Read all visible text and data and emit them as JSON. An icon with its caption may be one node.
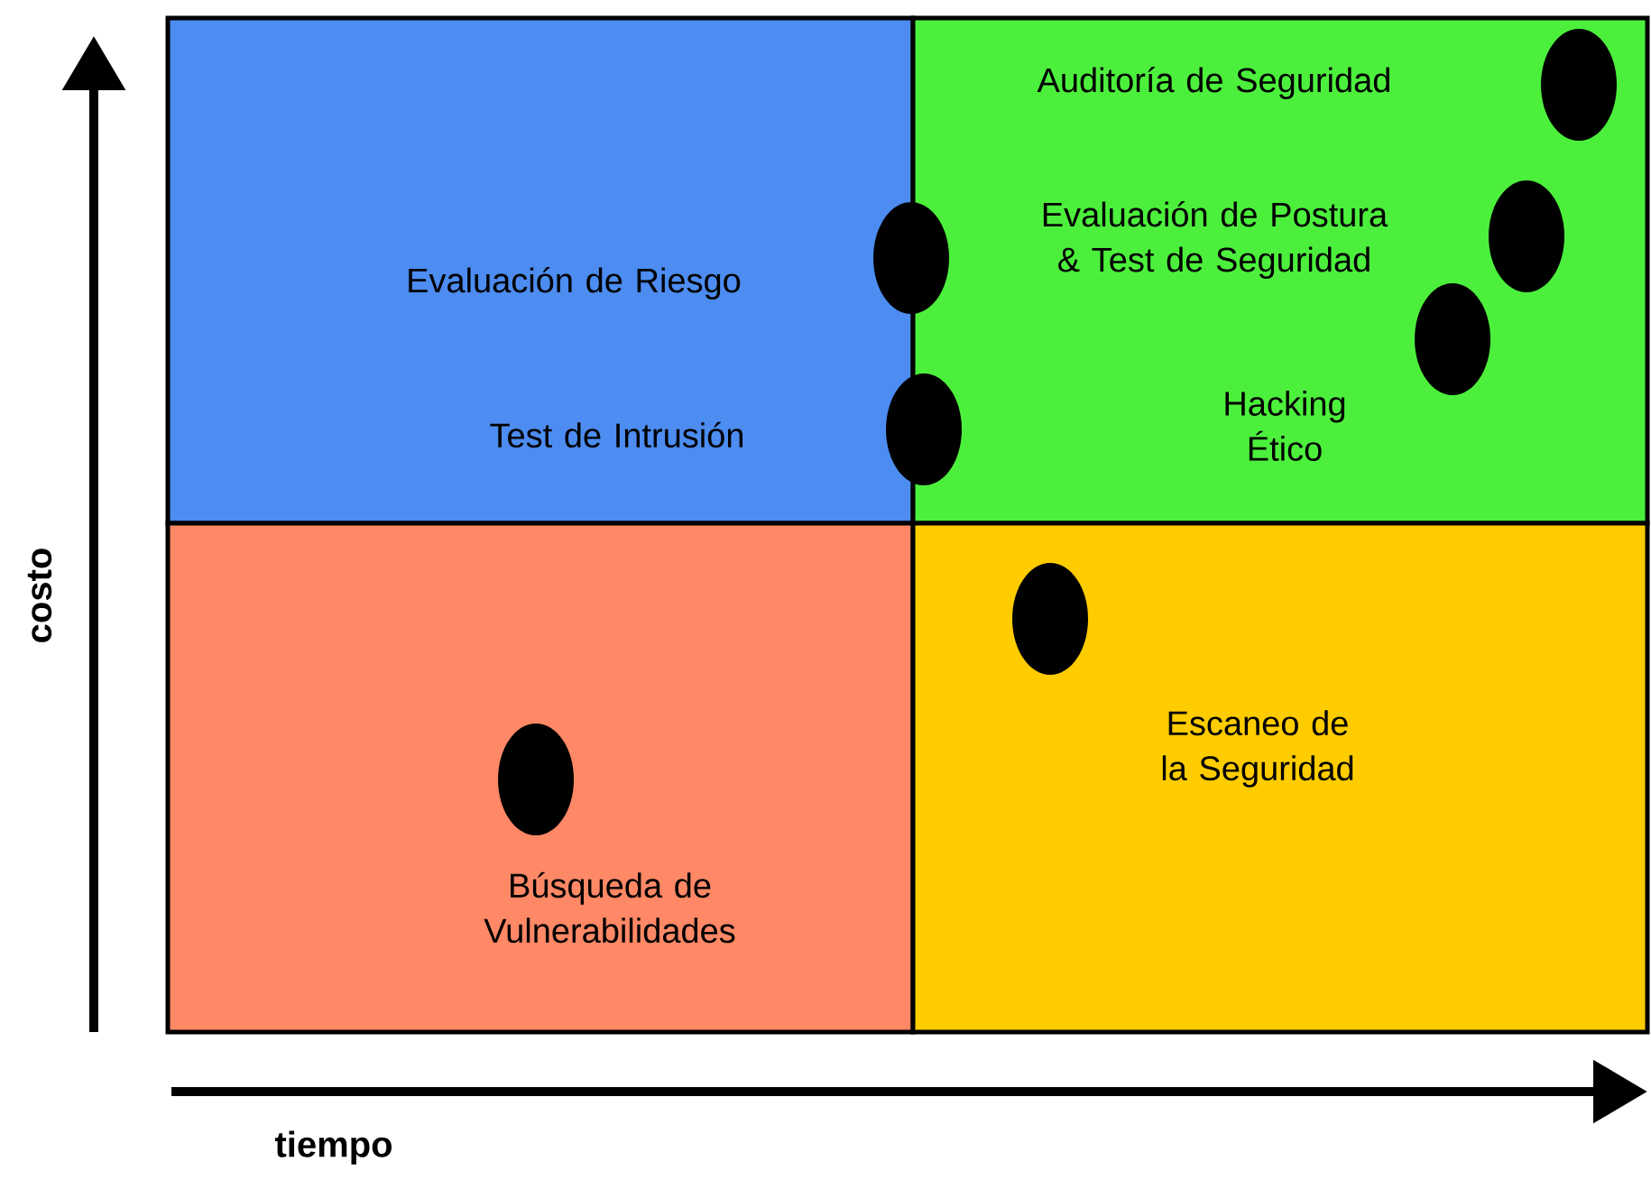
{
  "diagram": {
    "nodes": [
      {
        "text": [
          "Evaluación de Riesgo",
          "Test de Intrusión"
        ]
      },
      {
        "text": [
          "Auditoría de Seguridad",
          "Evaluación de Postura & Test de Seguridad",
          "Hacking Ético"
        ]
      },
      {
        "text": [
          "Búsqueda de Vulnerabilidades"
        ]
      },
      {
        "text": [
          "Escaneo de la Seguridad"
        ]
      }
    ],
    "labels": [
      "costo",
      "tiempo"
    ]
  }
}
